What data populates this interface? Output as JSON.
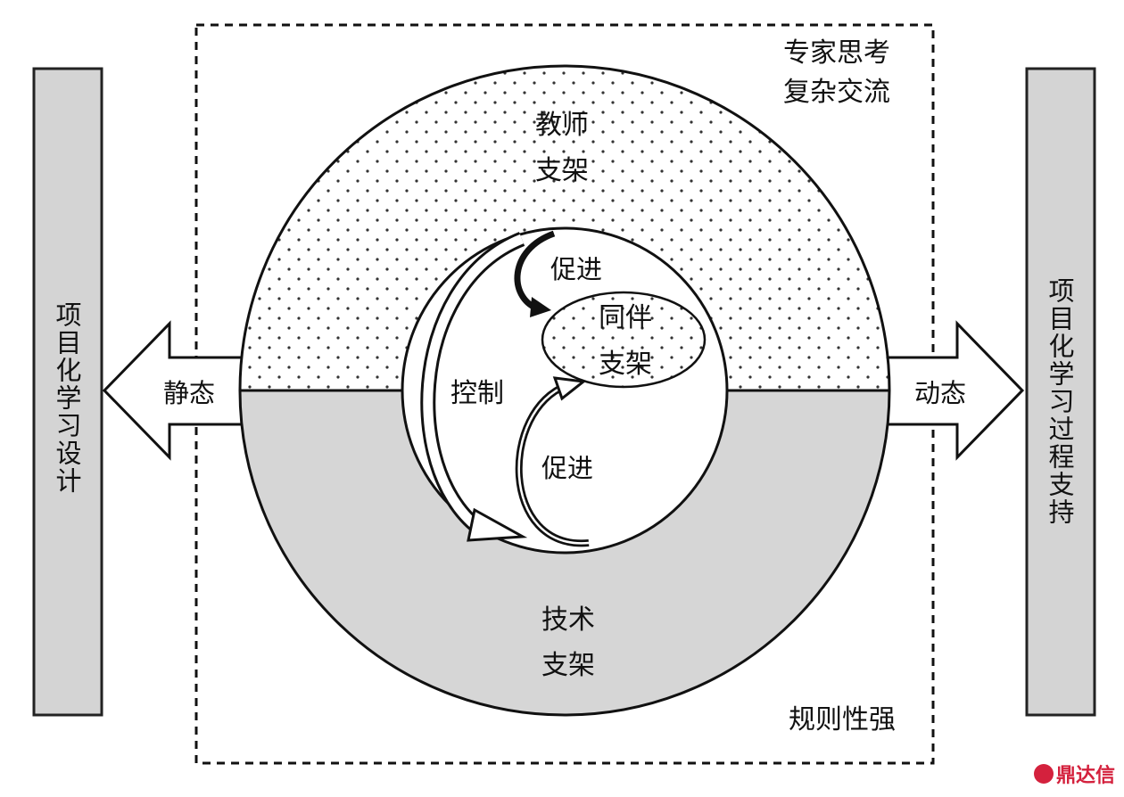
{
  "left_bar": {
    "text": "项目化学习设计"
  },
  "right_bar": {
    "text": "项目化学习过程支持"
  },
  "left_arrow": {
    "label": "静态"
  },
  "right_arrow": {
    "label": "动态"
  },
  "top_right_note": {
    "line1": "专家思考",
    "line2": "复杂交流"
  },
  "bottom_right_note": {
    "text": "规则性强"
  },
  "teacher_scaffold": {
    "line1": "教师",
    "line2": "支架"
  },
  "tech_scaffold": {
    "line1": "技术",
    "line2": "支架"
  },
  "peer_scaffold": {
    "line1": "同伴",
    "line2": "支架"
  },
  "control_label": "控制",
  "promote_top_label": "促进",
  "promote_bottom_label": "促进",
  "watermark": {
    "text": "鼎达信"
  },
  "colors": {
    "bar_fill": "#d4d4d4",
    "tech_fill": "#d6d6d6",
    "dot_fill": "#333333",
    "watermark": "#d4213d"
  }
}
